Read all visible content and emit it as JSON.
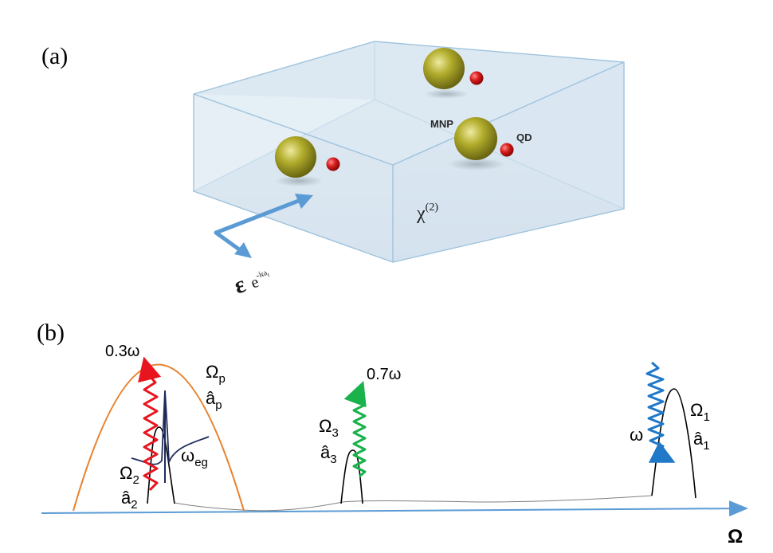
{
  "panel_a": {
    "label": "(a)",
    "mnp_label": "MNP",
    "qd_label": "QD",
    "chi_symbol": "χ",
    "chi_sup": "(2)",
    "field_symbol": "ε",
    "field_base": "e",
    "field_exp": "-iω",
    "field_exp_sub": "t",
    "colors": {
      "box_face": "#d6e6f2",
      "box_edge": "#9fc3dd",
      "sphere_gold": "#a8a62a",
      "qd_red": "#d01818",
      "arrow_blue": "#5b9bd5"
    }
  },
  "panel_b": {
    "label": "(b)",
    "axis_label": "Ω",
    "labels": {
      "omega_p_main": "Ω",
      "omega_p_sub": "p",
      "a_p_main": "â",
      "a_p_sub": "p",
      "omega_2_main": "Ω",
      "omega_2_sub": "2",
      "a_2_main": "â",
      "a_2_sub": "2",
      "omega_eg_main": "ω",
      "omega_eg_sub": "eg",
      "omega_3_main": "Ω",
      "omega_3_sub": "3",
      "a_3_main": "â",
      "a_3_sub": "3",
      "omega_1_main": "Ω",
      "omega_1_sub": "1",
      "a_1_main": "â",
      "a_1_sub": "1",
      "freq_red": "0.3ω",
      "freq_green": "0.7ω",
      "freq_blue": "ω"
    },
    "colors": {
      "axis": "#5b9bd5",
      "pump_curve": "#e8822e",
      "resonance": "#1f2a5a",
      "red_wave": "#e8141e",
      "green_wave": "#19b24b",
      "blue_wave": "#1f78c8"
    }
  }
}
